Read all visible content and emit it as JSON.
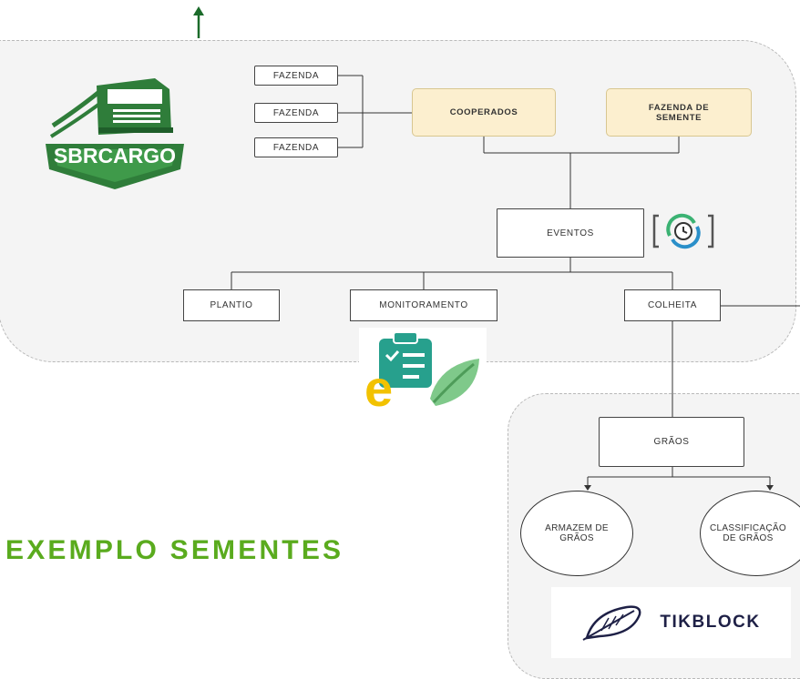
{
  "logo": {
    "text": "SBRCARGO",
    "icon": "truck-icon"
  },
  "sources": {
    "fazendas": [
      "FAZENDA",
      "FAZENDA",
      "FAZENDA"
    ],
    "cooperados": "COOPERADOS",
    "fazenda_semente": "FAZENDA DE SEMENTE"
  },
  "events": {
    "label": "EVENTOS",
    "icon": "clock-sync-icon"
  },
  "stages": [
    "PLANTIO",
    "MONITORAMENTO",
    "COLHEITA"
  ],
  "grains": {
    "label": "GRÃOS",
    "armazem": "ARMAZEM DE GRÃOS",
    "classificacao": "CLASSIFICAÇÃO DE GRÃOS"
  },
  "title": "EXEMPLO SEMENTES",
  "tikblock": {
    "text": "TIKBLOCK",
    "icon": "feather-icon"
  },
  "eco_icon": "eco-checklist-icon",
  "colors": {
    "title_green": "#5aab1e",
    "logo_green": "#2f7d3a",
    "source_yellow": "#fcefcf",
    "panel": "#f4f4f4",
    "arrow": "#1b6b2a"
  }
}
